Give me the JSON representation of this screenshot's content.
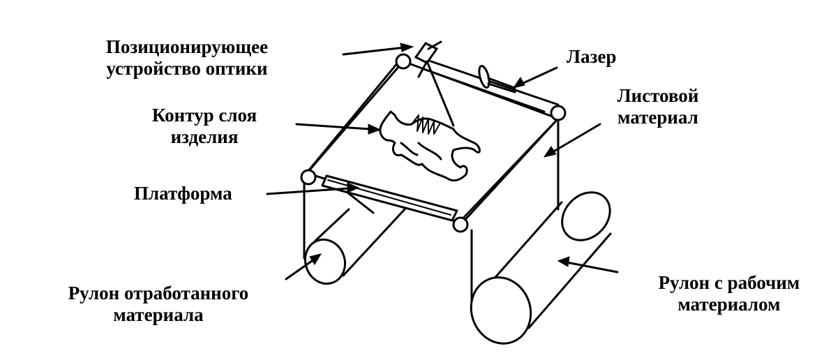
{
  "labels": {
    "positioning": [
      "Позиционирующее",
      "устройство оптики"
    ],
    "laser": [
      "Лазер"
    ],
    "sheet_material": [
      "Листовой",
      "материал"
    ],
    "layer_contour": [
      "Контур слоя",
      "изделия"
    ],
    "platform": [
      "Платформа"
    ],
    "waste_roll": [
      "Рулон отработанного",
      "материала"
    ],
    "working_roll": [
      "Рулон с рабочим",
      "материалом"
    ]
  },
  "colors": {
    "ink": "#000000",
    "paper": "#ffffff"
  }
}
